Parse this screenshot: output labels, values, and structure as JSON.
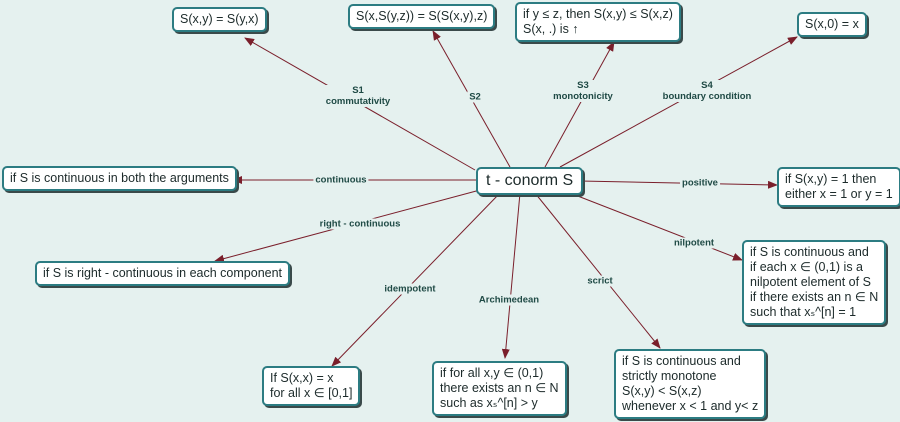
{
  "center": "t - conorm S",
  "nodes": {
    "commutativity": [
      "S(x,y) = S(y,x)"
    ],
    "associativity": [
      "S(x,S(y,z)) = S(S(x,y),z)"
    ],
    "monotonicity": [
      "if y ≤ z, then S(x,y) ≤ S(x,z)",
      "S(x, .) is ↑"
    ],
    "boundary": [
      "S(x,0) = x"
    ],
    "continuous": [
      "if S is continuous in both the arguments"
    ],
    "positive": [
      "if S(x,y) = 1 then",
      "either x = 1 or y = 1"
    ],
    "right_continuous": [
      "if S is right - continuous in each component"
    ],
    "nilpotent": [
      "if S is continuous and",
      "if each x ∈ (0,1) is a",
      "nilpotent element of S",
      "if there exists an n ∈ N",
      "such that xₛ^[n] = 1"
    ],
    "idempotent": [
      "If S(x,x) = x",
      "for all x ∈ [0,1]"
    ],
    "archimedean": [
      "if for all x,y ∈ (0,1)",
      "there exists an n ∈ N",
      "such as xₛ^[n] > y"
    ],
    "strict": [
      "if S is continuous and",
      "strictly monotone",
      "S(x,y) < S(x,z)",
      "whenever x < 1 and y< z"
    ]
  },
  "edge_labels": {
    "s1": [
      "S1",
      "commutativity"
    ],
    "s2": [
      "S2"
    ],
    "s3": [
      "S3",
      "monotonicity"
    ],
    "s4": [
      "S4",
      "boundary condition"
    ],
    "continuous": [
      "continuous"
    ],
    "positive": [
      "positive"
    ],
    "right_continuous": [
      "right - continuous"
    ],
    "nilpotent": [
      "nilpotent"
    ],
    "idempotent": [
      "idempotent"
    ],
    "archimedean": [
      "Archimedean"
    ],
    "strict": [
      "scrict"
    ]
  },
  "colors": {
    "edge": "#7a1f2b",
    "border": "#2c7c82",
    "background": "#e5f1ef"
  }
}
